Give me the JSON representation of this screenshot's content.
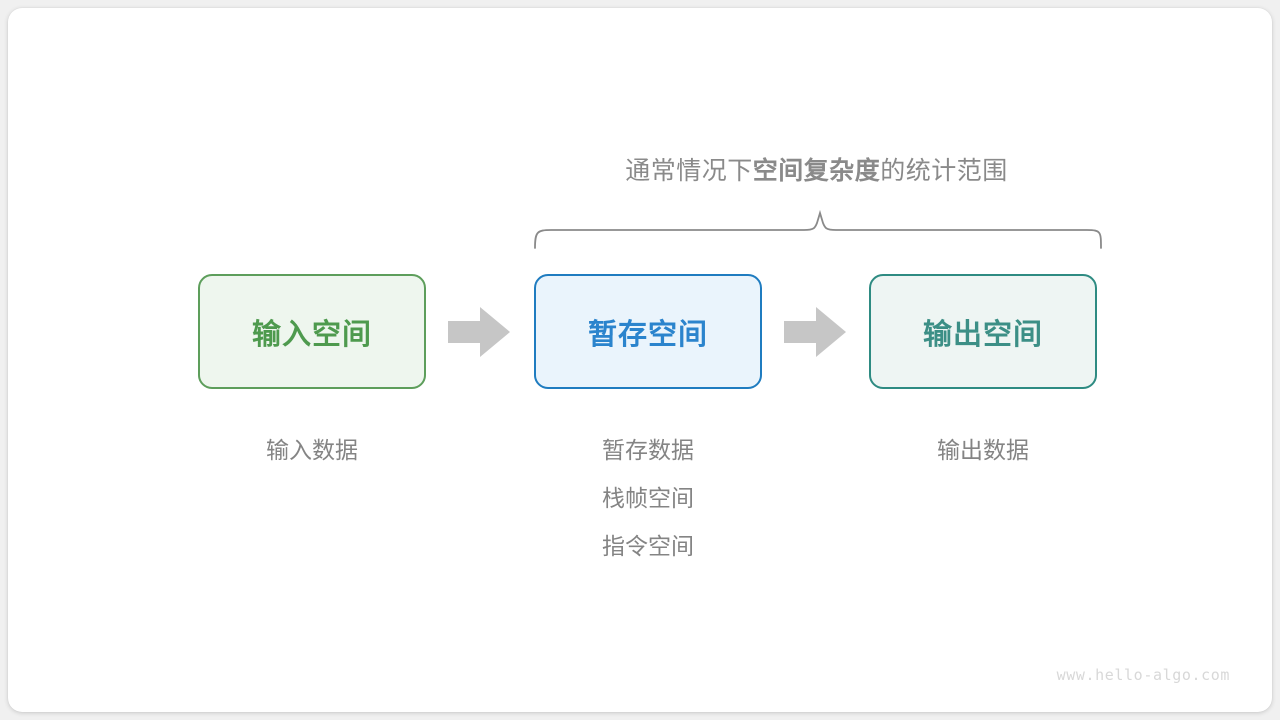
{
  "diagram": {
    "brace_caption": {
      "prefix": "通常情况下",
      "emphasis": "空间复杂度",
      "suffix": "的统计范围"
    },
    "boxes": [
      {
        "label": "输入空间",
        "border_color": "#5d9e5b",
        "fill_color": "#eef6ee",
        "text_color": "#4e9a4e"
      },
      {
        "label": "暂存空间",
        "border_color": "#1f7cc0",
        "fill_color": "#eaf4fc",
        "text_color": "#2b84cd"
      },
      {
        "label": "输出空间",
        "border_color": "#2e8b82",
        "fill_color": "#eef5f3",
        "text_color": "#3c8f86"
      }
    ],
    "arrows": [
      {
        "name": "arrow-input-to-temp",
        "direction": "right",
        "color": "#c6c6c6"
      },
      {
        "name": "arrow-temp-to-output",
        "direction": "right",
        "color": "#c6c6c6"
      }
    ],
    "captions": {
      "input": [
        "输入数据"
      ],
      "temp": [
        "暂存数据",
        "栈帧空间",
        "指令空间"
      ],
      "output": [
        "输出数据"
      ]
    },
    "brace": {
      "color": "#8a8a8a",
      "spans_boxes": [
        "暂存空间",
        "输出空间"
      ]
    },
    "watermark": "www.hello-algo.com"
  }
}
